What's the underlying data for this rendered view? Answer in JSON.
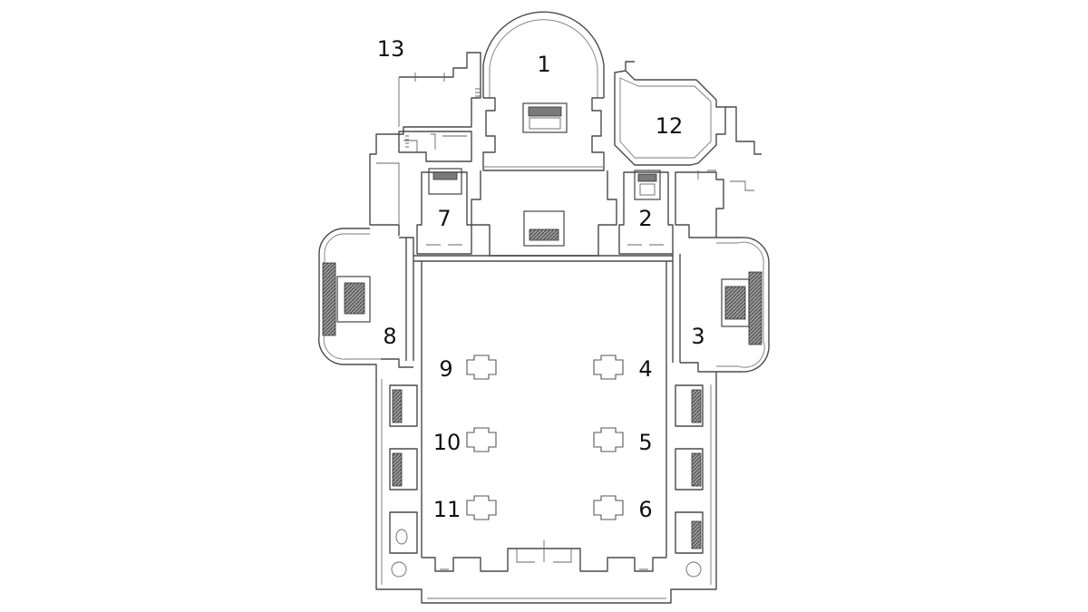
{
  "colors": {
    "background": "#ffffff",
    "wall": "#4a4a4a",
    "label": "#111111"
  },
  "labels": [
    {
      "id": "room-1",
      "text": "1"
    },
    {
      "id": "room-2",
      "text": "2"
    },
    {
      "id": "room-3",
      "text": "3"
    },
    {
      "id": "room-4",
      "text": "4"
    },
    {
      "id": "room-5",
      "text": "5"
    },
    {
      "id": "room-6",
      "text": "6"
    },
    {
      "id": "room-7",
      "text": "7"
    },
    {
      "id": "room-8",
      "text": "8"
    },
    {
      "id": "room-9",
      "text": "9"
    },
    {
      "id": "room-10",
      "text": "10"
    },
    {
      "id": "room-11",
      "text": "11"
    },
    {
      "id": "room-12",
      "text": "12"
    },
    {
      "id": "room-13",
      "text": "13"
    }
  ]
}
